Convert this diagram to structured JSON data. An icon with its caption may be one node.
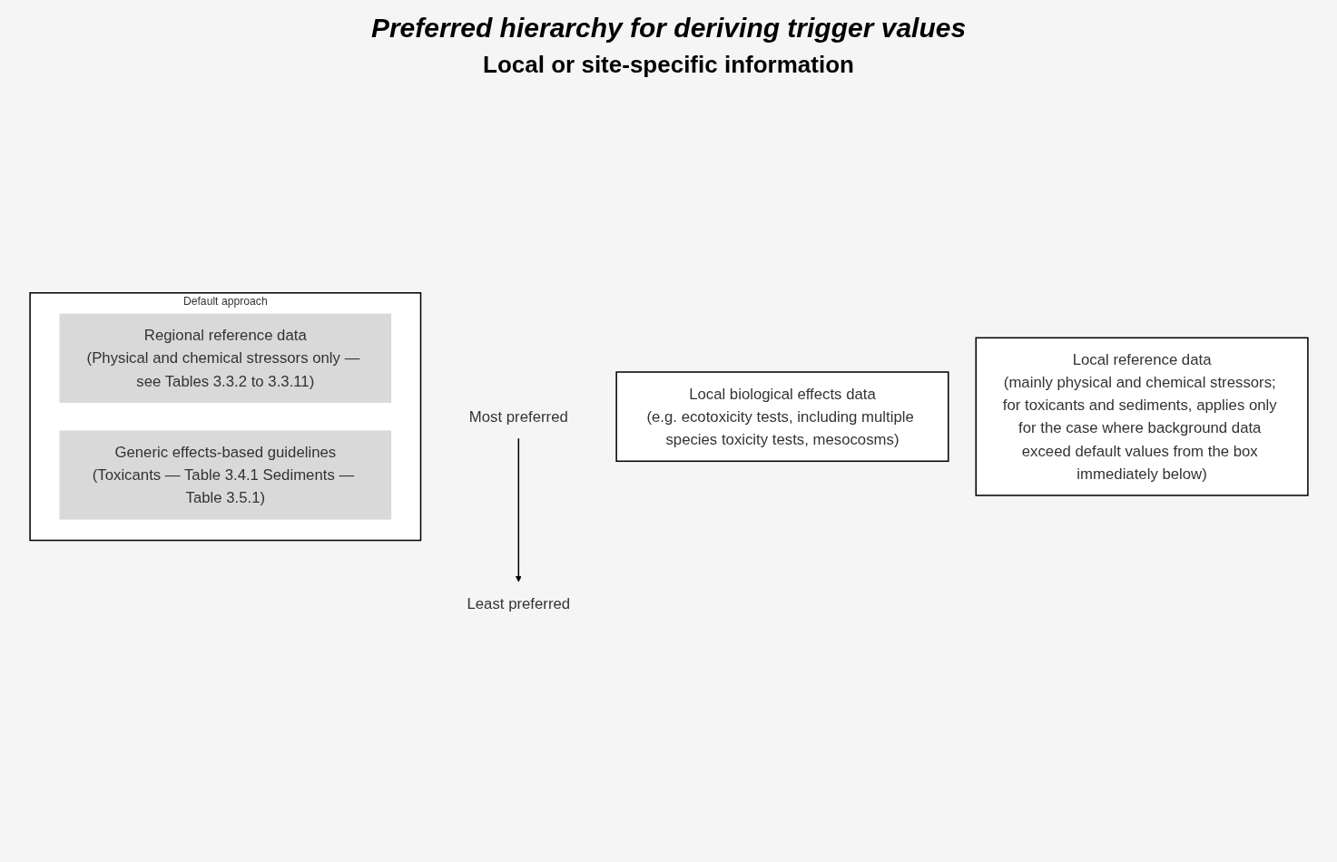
{
  "diagram": {
    "title": "Preferred hierarchy for deriving trigger values",
    "nodes": [
      {
        "text": [
          "Most preferred"
        ]
      },
      {
        "text": [
          "Least preferred"
        ]
      },
      {
        "text": [
          "Local biological effects data",
          "(e.g. ecotoxicity tests, including multiple species toxicity tests, mesocosms)"
        ]
      },
      {
        "text": [
          "Local reference data",
          "(mainly physical and chemical stressors; for toxicants and sediments, applies only for the case where background data exceed default values from the box immediately below)"
        ]
      },
      {
        "text": [
          "Default approach"
        ]
      },
      {
        "text": [
          "Regional reference data",
          "(Physical and chemical stressors only — see Tables 3.3.2 to 3.3.11)"
        ],
        "in": 4
      },
      {
        "text": [
          "Generic effects-based guidelines",
          "(Toxicants — Table 3.4.1 Sediments — Table 3.5.1)"
        ],
        "in": 4
      }
    ],
    "edges": [
      {
        "from": 0,
        "to": 1,
        "arrow": "to"
      }
    ],
    "labels": [
      "Local or site-specific information"
    ]
  }
}
